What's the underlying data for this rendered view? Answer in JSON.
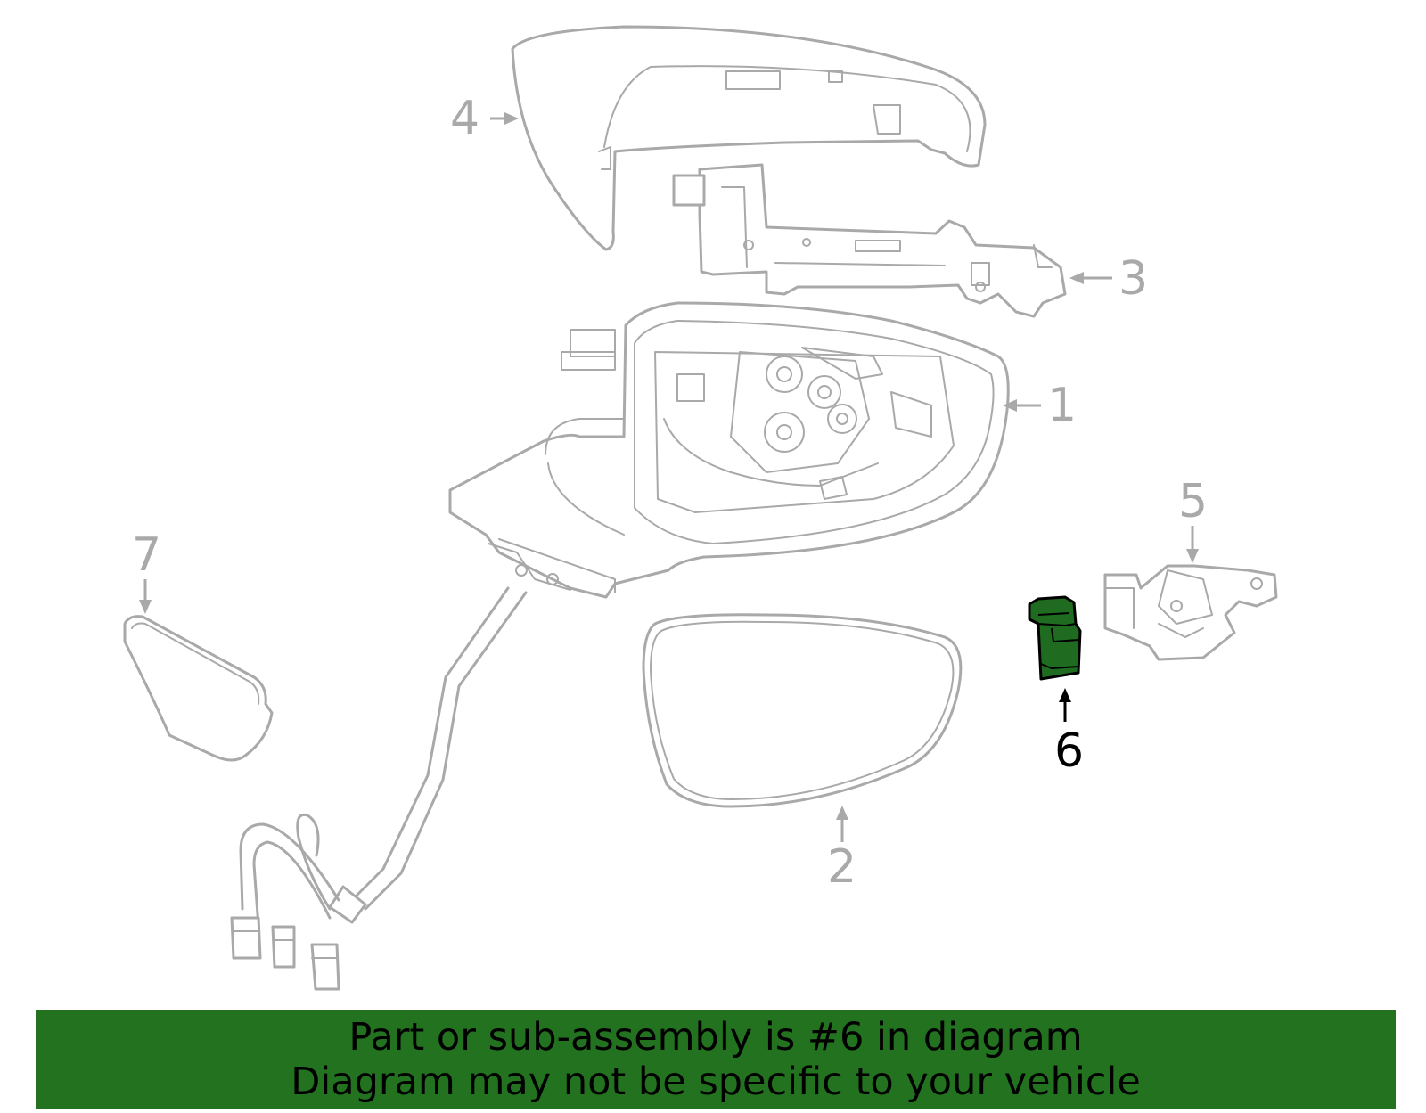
{
  "callouts": [
    {
      "id": "1",
      "label": "1",
      "highlighted": false
    },
    {
      "id": "2",
      "label": "2",
      "highlighted": false
    },
    {
      "id": "3",
      "label": "3",
      "highlighted": false
    },
    {
      "id": "4",
      "label": "4",
      "highlighted": false
    },
    {
      "id": "5",
      "label": "5",
      "highlighted": false
    },
    {
      "id": "6",
      "label": "6",
      "highlighted": true
    },
    {
      "id": "7",
      "label": "7",
      "highlighted": false
    }
  ],
  "banner": {
    "line1": "Part or sub-assembly is #6 in diagram",
    "line2": "Diagram may not be specific to your vehicle"
  },
  "colors": {
    "banner_background": "#23721f",
    "highlight_part": "#1f6b1f",
    "line_art": "#a9a9a9",
    "highlight_text": "#000000"
  }
}
